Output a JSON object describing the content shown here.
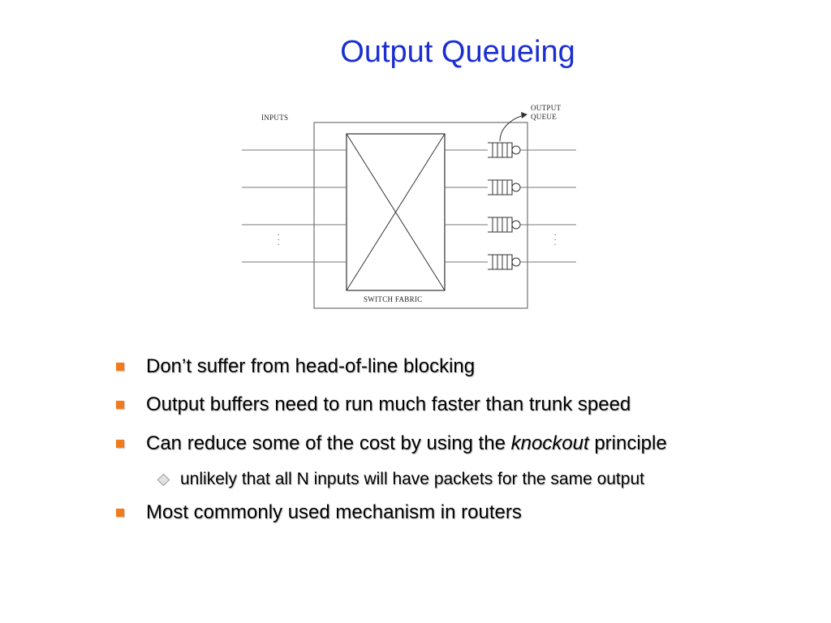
{
  "slide": {
    "title": "Output Queueing",
    "diagram": {
      "inputs_label": "INPUTS",
      "output_queue_label_line1": "OUTPUT",
      "output_queue_label_line2": "QUEUE",
      "switch_fabric_label": "SWITCH FABRIC",
      "input_ellipsis": "·  ·  ·",
      "output_ellipsis": "·  ·  ·",
      "port_count": 4
    },
    "bullets": [
      {
        "text": "Don’t suffer from head-of-line blocking"
      },
      {
        "text": "Output buffers need to run much faster than trunk speed"
      },
      {
        "pre": "Can reduce some of the cost by using the ",
        "emph": "knockout",
        "post": " principle"
      },
      {
        "text": "Most commonly used mechanism in routers"
      }
    ],
    "sub_bullet": {
      "text": "unlikely that all N inputs will have packets for the same output"
    },
    "colors": {
      "title": "#1b2fd1",
      "bullet_marker": "#f07a1c",
      "sub_marker": "#e2e2e2"
    }
  }
}
